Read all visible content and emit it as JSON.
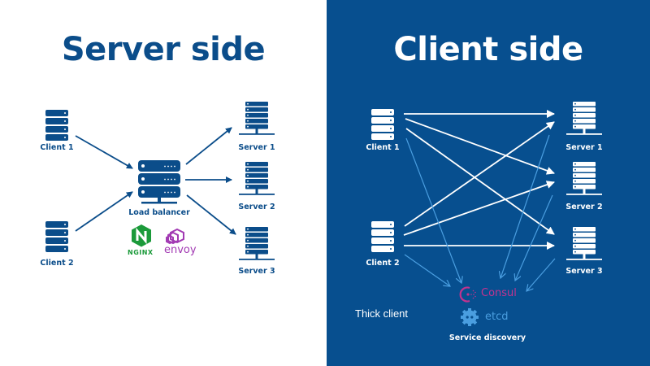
{
  "server_side": {
    "title": "Server side",
    "clients": [
      {
        "label": "Client 1",
        "icon": "server-icon"
      },
      {
        "label": "Client 2",
        "icon": "server-icon"
      }
    ],
    "load_balancer": {
      "label": "Load balancer",
      "icon": "load-balancer-icon"
    },
    "servers": [
      {
        "label": "Server 1",
        "icon": "server-icon"
      },
      {
        "label": "Server 2",
        "icon": "server-icon"
      },
      {
        "label": "Server 3",
        "icon": "server-icon"
      }
    ],
    "logos": [
      {
        "name": "NGINX",
        "icon": "nginx-logo"
      },
      {
        "name": "envoy",
        "icon": "envoy-logo"
      }
    ]
  },
  "client_side": {
    "title": "Client side",
    "clients": [
      {
        "label": "Client 1",
        "icon": "server-icon"
      },
      {
        "label": "Client 2",
        "icon": "server-icon"
      }
    ],
    "servers": [
      {
        "label": "Server 1",
        "icon": "server-icon"
      },
      {
        "label": "Server 2",
        "icon": "server-icon"
      },
      {
        "label": "Server 3",
        "icon": "server-icon"
      }
    ],
    "caption": "Thick client",
    "service_discovery": {
      "label": "Service discovery",
      "tools": [
        {
          "name": "Consul",
          "icon": "consul-logo"
        },
        {
          "name": "etcd",
          "icon": "etcd-logo"
        }
      ]
    }
  },
  "colors": {
    "brand_blue": "#0b4d8a",
    "panel_blue": "#074f8f",
    "consul": "#c2338f",
    "etcd": "#4a9ee0",
    "nginx": "#1b9a3a",
    "envoy": "#a23ab3",
    "discovery_arrow": "#4a9ee0"
  }
}
